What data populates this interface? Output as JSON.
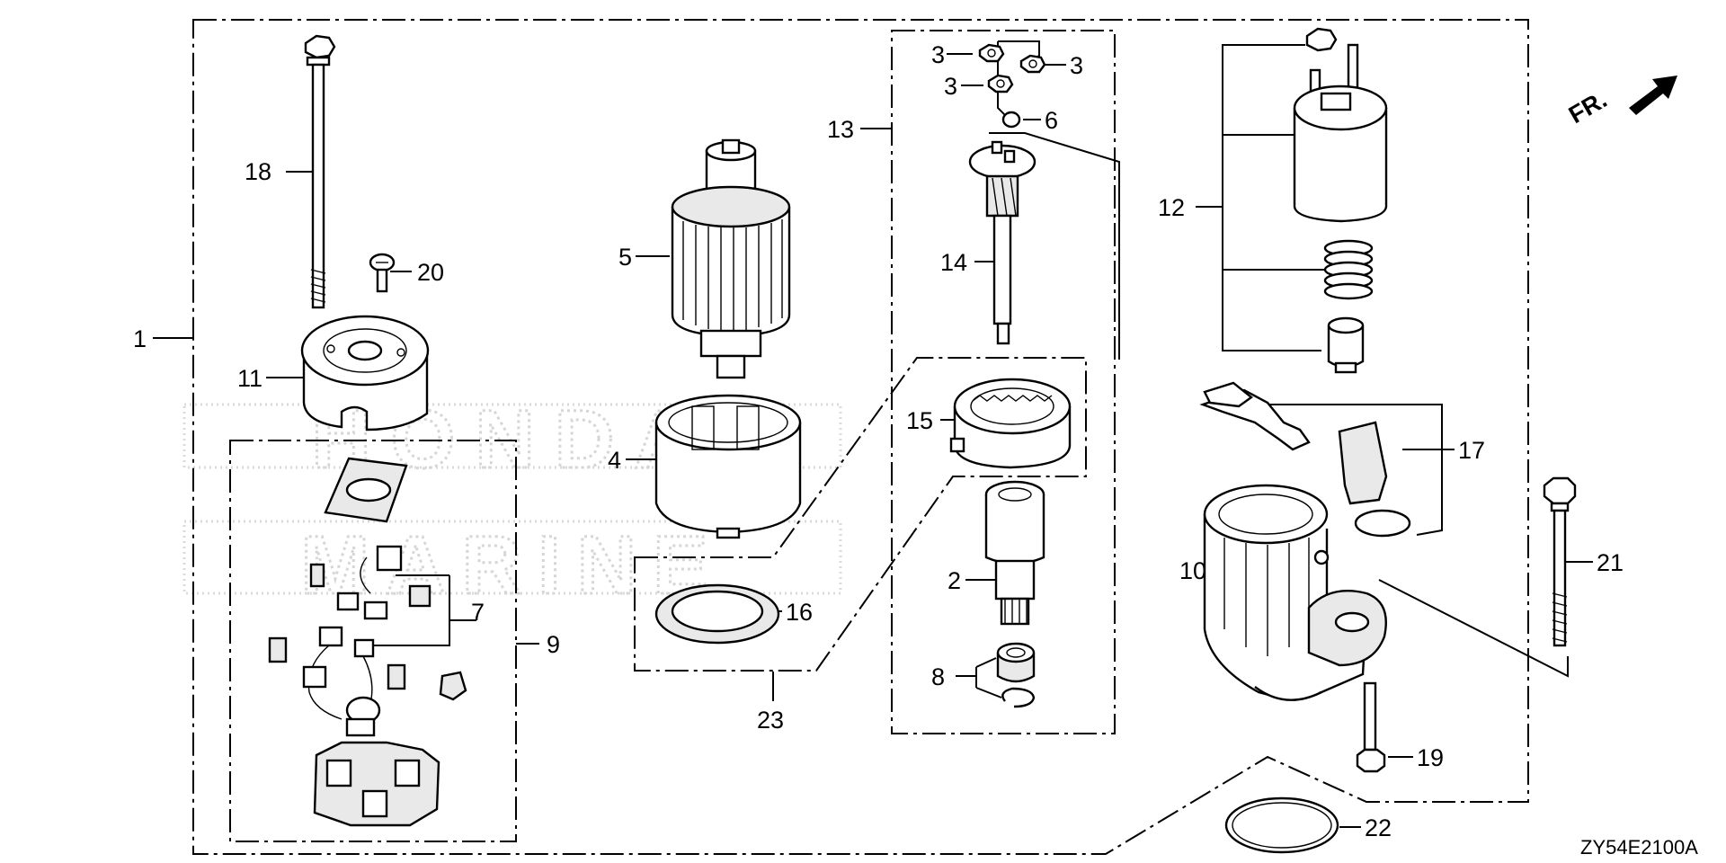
{
  "diagram": {
    "code": "ZY54E2100A",
    "direction_label": "FR.",
    "watermark": "HONDA MARINE",
    "callouts": {
      "c1": "1",
      "c2": "2",
      "c3a": "3",
      "c3b": "3",
      "c3c": "3",
      "c4": "4",
      "c5": "5",
      "c6": "6",
      "c7": "7",
      "c8": "8",
      "c9": "9",
      "c10": "10",
      "c11": "11",
      "c12": "12",
      "c13": "13",
      "c14": "14",
      "c15": "15",
      "c16": "16",
      "c17": "17",
      "c18": "18",
      "c19": "19",
      "c20": "20",
      "c21": "21",
      "c22": "22",
      "c23": "23"
    }
  }
}
